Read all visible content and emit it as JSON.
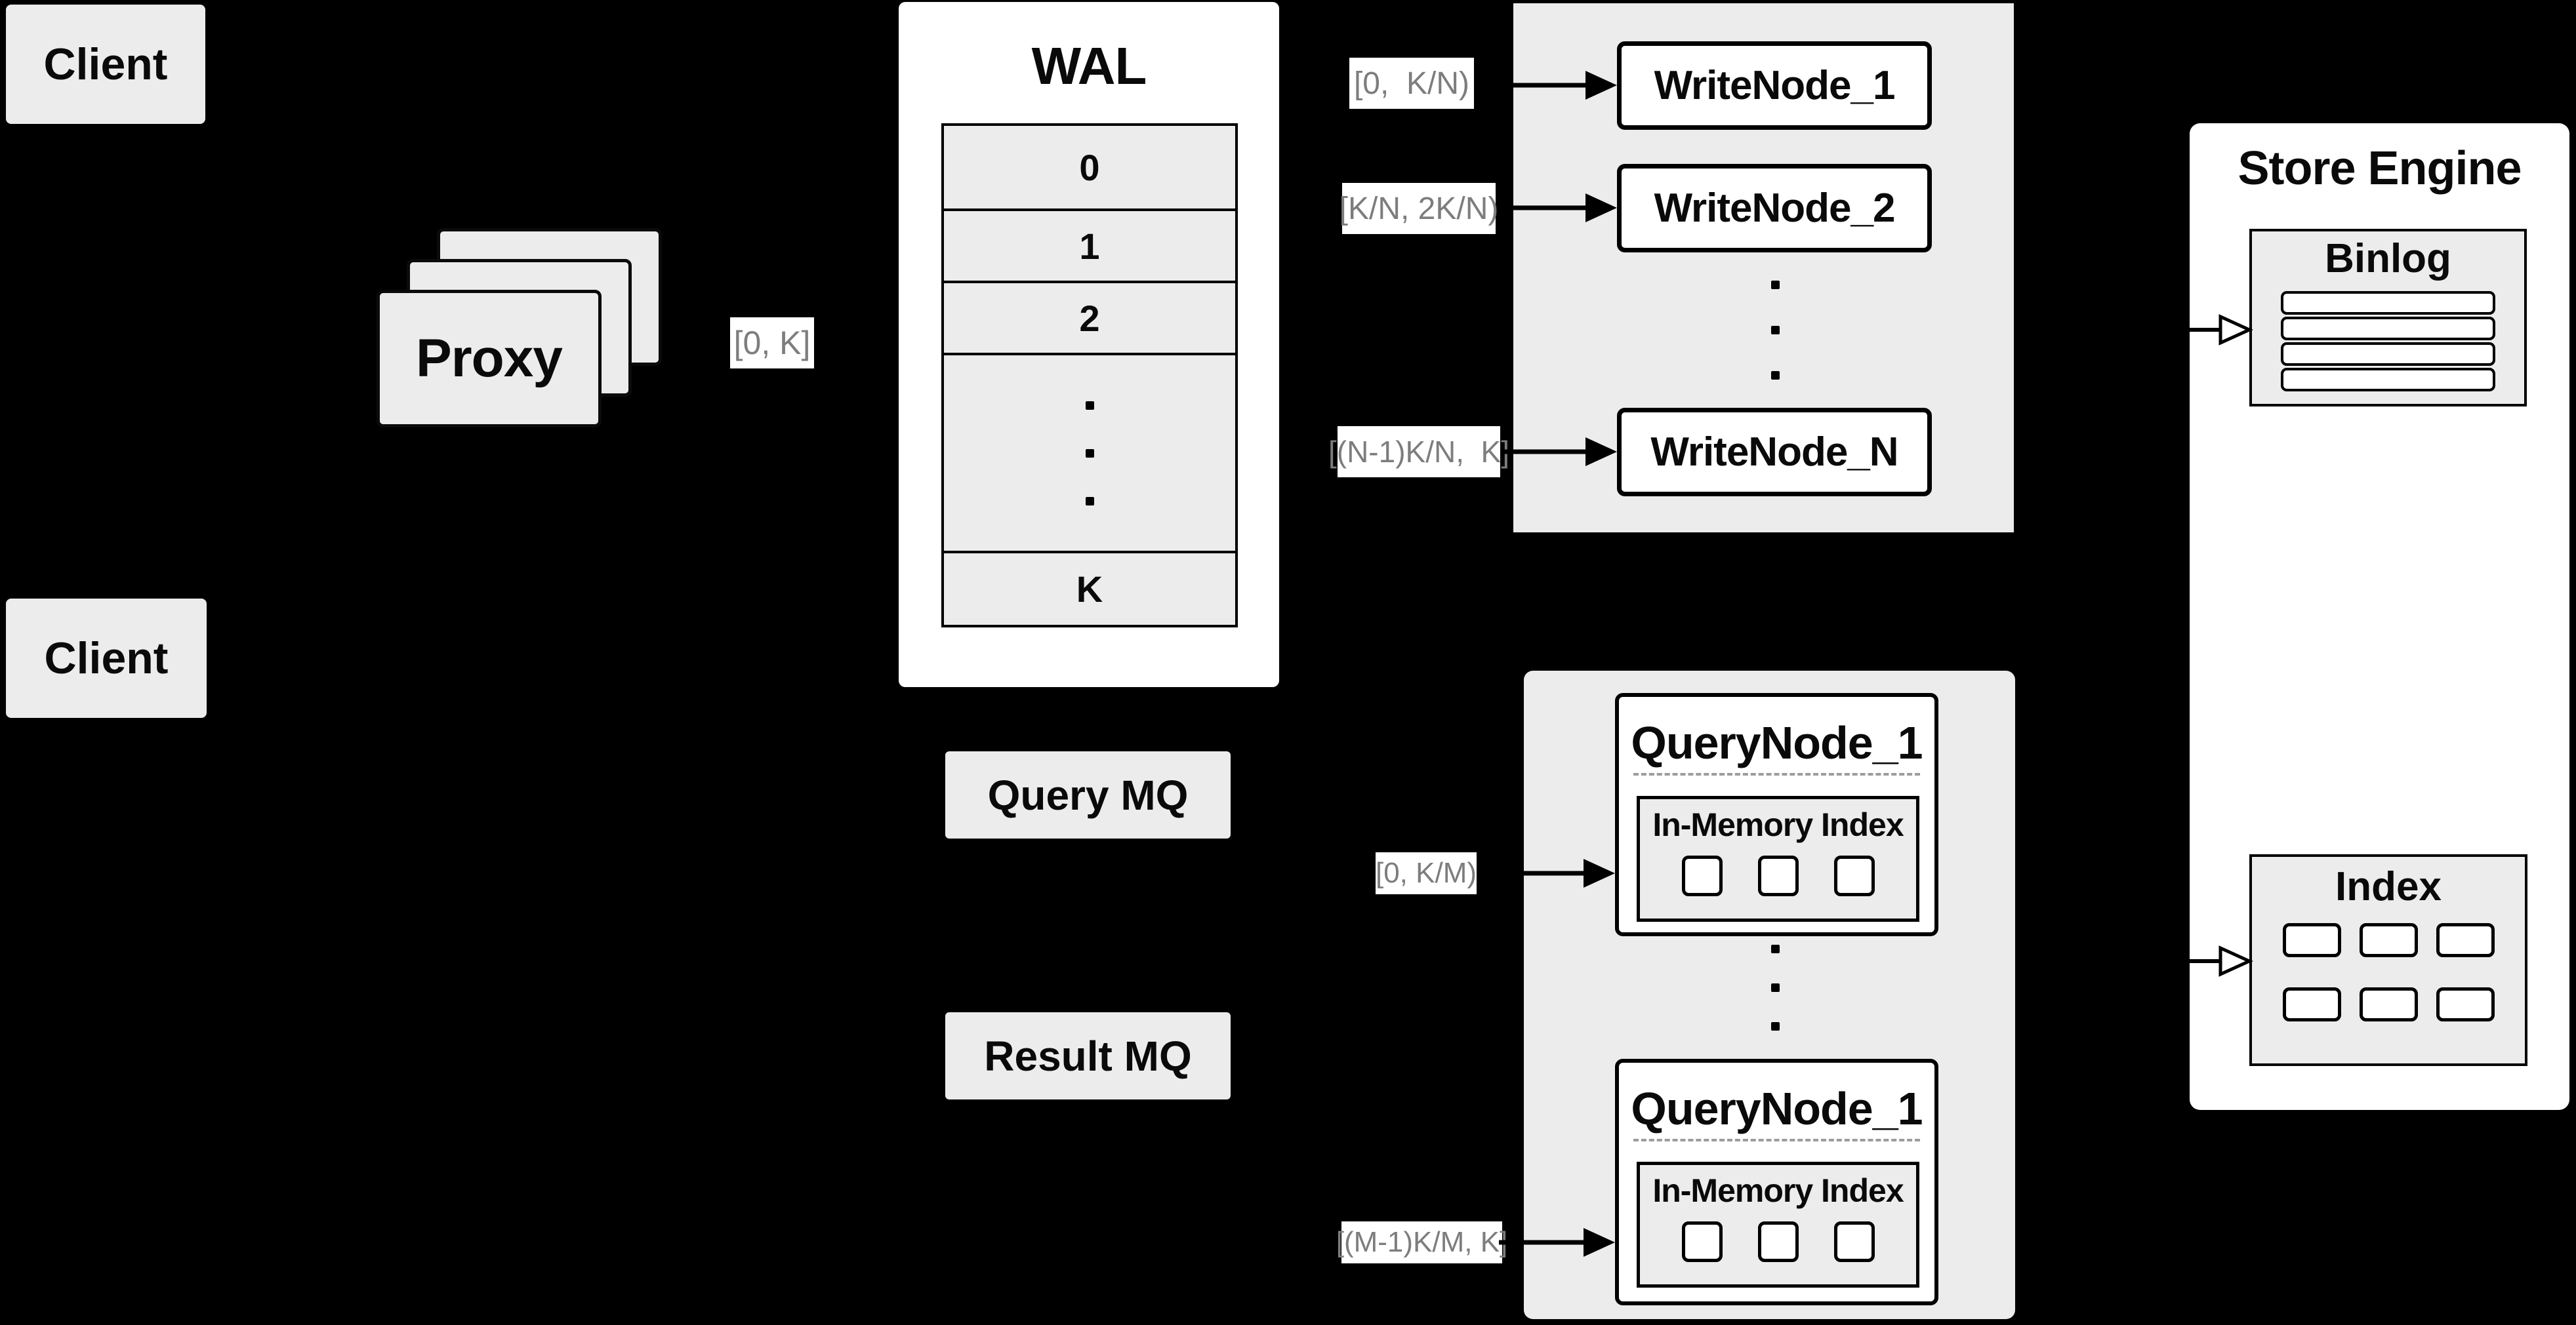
{
  "colors": {
    "background": "#000000",
    "panel": "#ececec",
    "box": "#ffffff",
    "label_text": "#7d7d7d",
    "line": "#000000",
    "dashed_separator": "#9c9c9c"
  },
  "clients": [
    {
      "label": "Client"
    },
    {
      "label": "Client"
    }
  ],
  "proxy": {
    "label": "Proxy",
    "range_label": "[0, K]"
  },
  "wal": {
    "title": "WAL",
    "rows": [
      "0",
      "1",
      "2",
      "K"
    ]
  },
  "write_cluster": {
    "range_labels": [
      "[0,  K/N)",
      "[K/N, 2K/N)",
      "[(N-1)K/N,  K]"
    ],
    "nodes": [
      "WriteNode_1",
      "WriteNode_2",
      "WriteNode_N"
    ]
  },
  "message_queues": {
    "query": "Query MQ",
    "result": "Result MQ"
  },
  "query_cluster": {
    "range_labels": [
      "[0, K/M)",
      "[(M-1)K/M, K]"
    ],
    "nodes": [
      {
        "title": "QueryNode_1",
        "subtitle": "In-Memory Index"
      },
      {
        "title": "QueryNode_1",
        "subtitle": "In-Memory Index"
      }
    ]
  },
  "store_engine": {
    "title": "Store Engine",
    "binlog_title": "Binlog",
    "index_title": "Index"
  }
}
